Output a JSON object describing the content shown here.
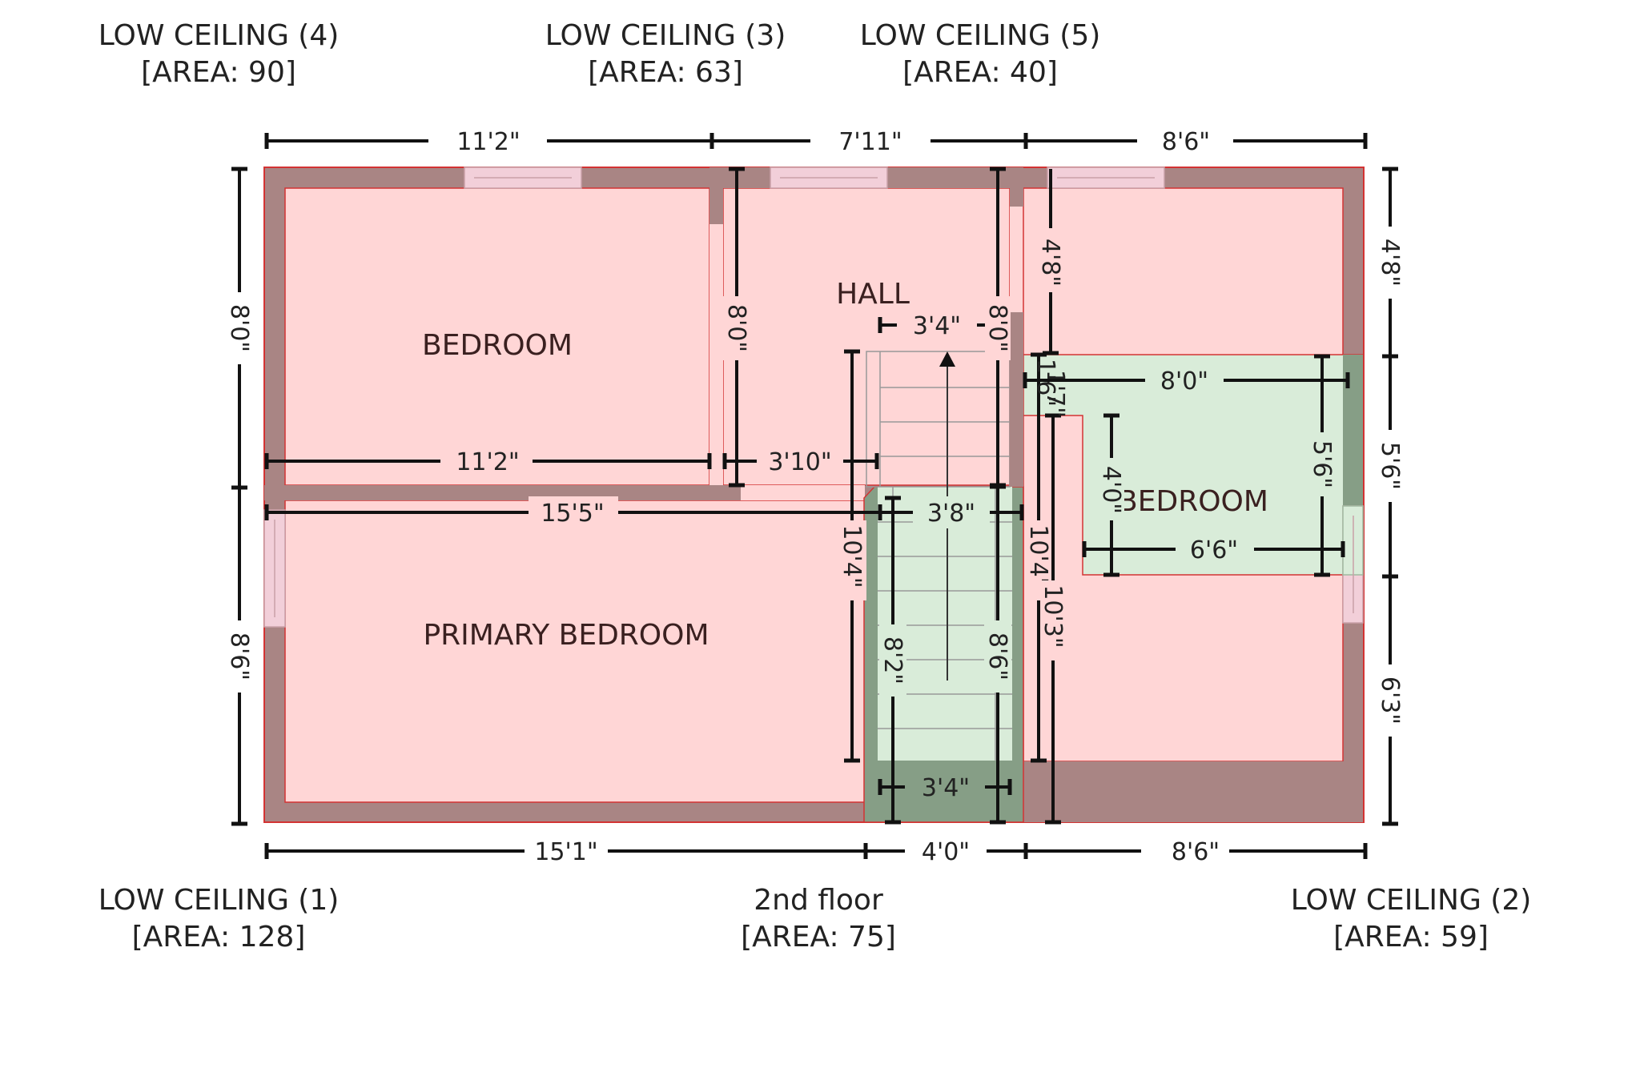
{
  "floor": {
    "name": "2nd floor",
    "area": "[AREA: 75]"
  },
  "zones": [
    {
      "name": "LOW CEILING (4)",
      "area": "[AREA: 90]"
    },
    {
      "name": "LOW CEILING (3)",
      "area": "[AREA: 63]"
    },
    {
      "name": "LOW CEILING (5)",
      "area": "[AREA: 40]"
    },
    {
      "name": "LOW CEILING (1)",
      "area": "[AREA: 128]"
    },
    {
      "name": "LOW CEILING (2)",
      "area": "[AREA: 59]"
    }
  ],
  "rooms": {
    "bedroom_left": "BEDROOM",
    "hall": "HALL",
    "primary_bedroom": "PRIMARY BEDROOM",
    "bedroom_right": "BEDROOM"
  },
  "dimensions": {
    "top": [
      "11'2\"",
      "7'11\"",
      "8'6\""
    ],
    "bottom": [
      "15'1\"",
      "4'0\"",
      "8'6\""
    ],
    "left": [
      "8'0\"",
      "8'6\""
    ],
    "right": [
      "4'8\"",
      "5'6\"",
      "6'3\""
    ],
    "interior": {
      "bedroom_width": "11'2\"",
      "bedroom_height": "8'0\"",
      "hall_width": "3'10\"",
      "hall_top_width": "3'4\"",
      "hall_height": "8'0\"",
      "primary_width": "15'5\"",
      "stair_width_top": "3'8\"",
      "stair_height_left": "10'4\"",
      "stair_height_inner": "8'2\"",
      "stair_height_right": "8'6\"",
      "stair_width_bottom": "3'4\"",
      "right_wall_height": "10'4\"",
      "right_room_height": "10'3\"",
      "right_top_height": "4'8\"",
      "right_small": "1'6\"",
      "right_small2": "1'7\"",
      "bedroom_right_width": "8'0\"",
      "bedroom_right_height": "5'6\"",
      "bedroom_right_inner_height": "4'0\"",
      "bedroom_right_inner_width": "6'6\""
    }
  },
  "colors": {
    "wall": "#a98584",
    "room": "#ffd6d6",
    "stair_room": "#d9ecd9",
    "stair_wall": "#869e86",
    "window": "#f2cfd9",
    "outline": "#d33333"
  }
}
